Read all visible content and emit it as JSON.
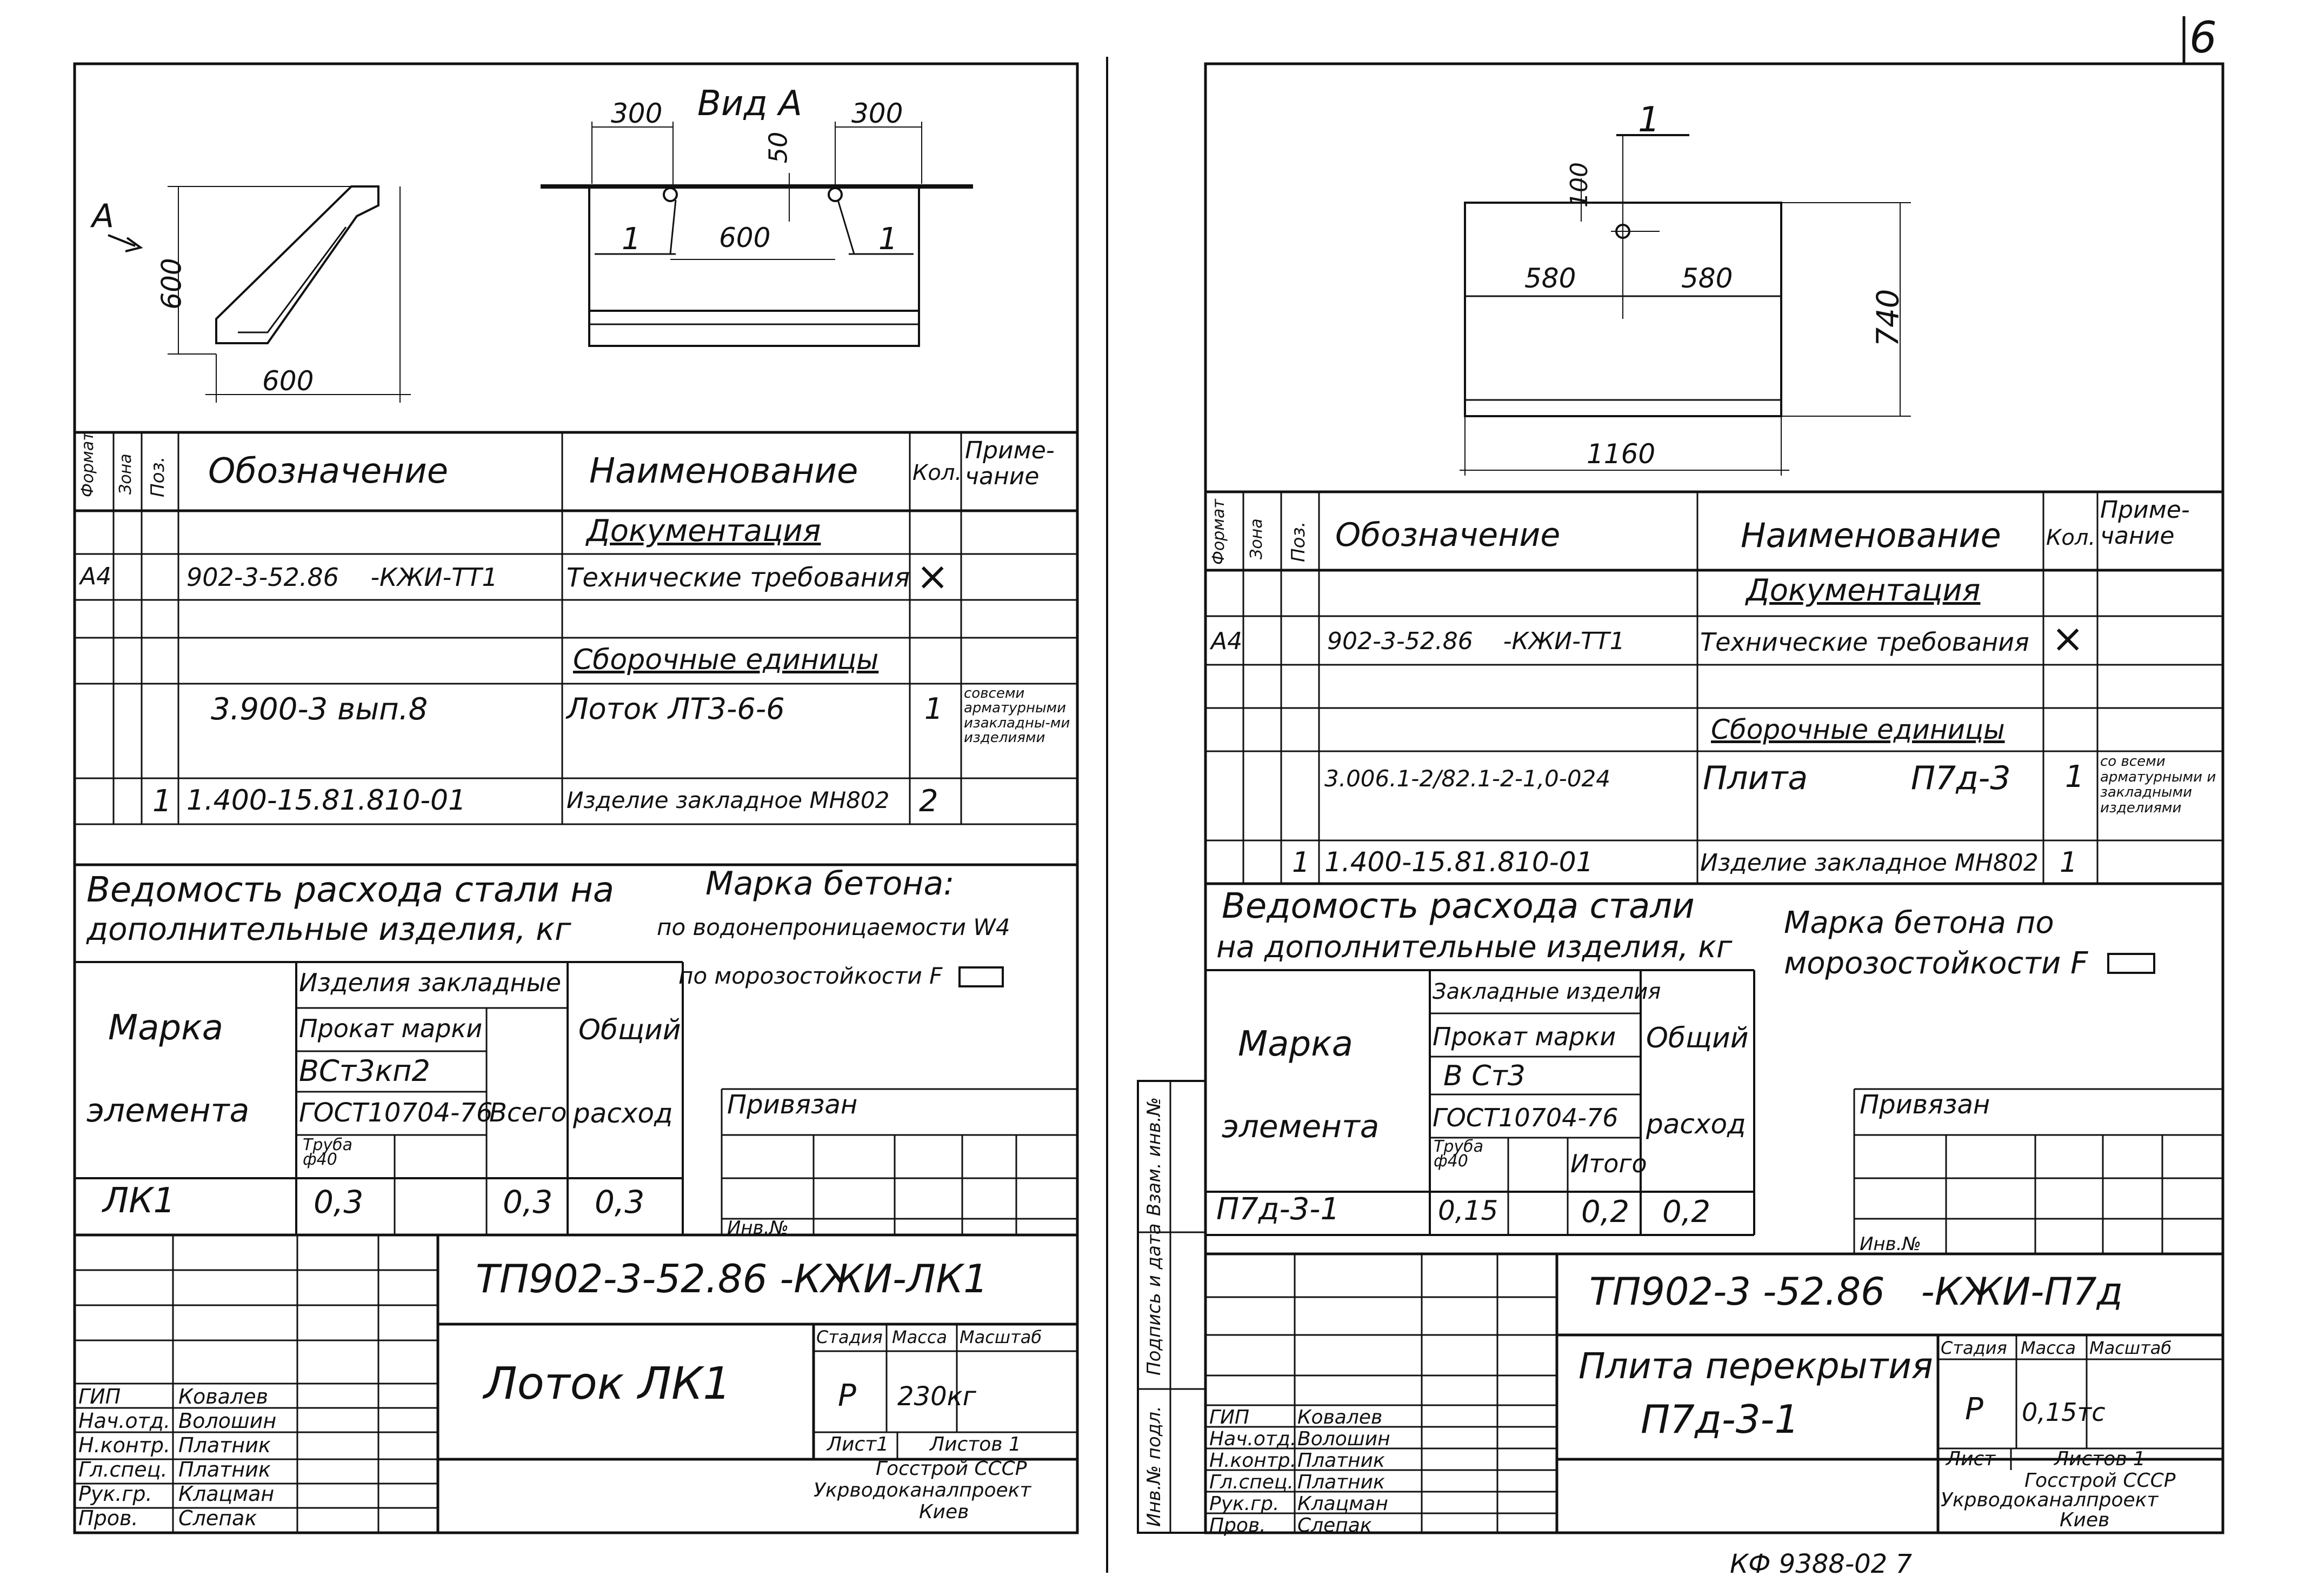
{
  "page_number": "6",
  "bottom_code": "КФ 9388-02  7",
  "left": {
    "view_label": "Вид А",
    "arrow_label": "А",
    "dims": {
      "d300a": "300",
      "d300b": "300",
      "d50": "50",
      "d600_center": "600",
      "d600_vert": "600",
      "d600_horiz": "600",
      "cut1a": "1",
      "cut1b": "1"
    },
    "spec": {
      "headers": {
        "format": "Формат",
        "zone": "Зона",
        "pos": "Поз.",
        "designation": "Обозначение",
        "name": "Наименование",
        "qty": "Кол.",
        "note": "Приме-чание"
      },
      "section_documentation": "Документация",
      "section_assembly": "Сборочные единицы",
      "rows": [
        {
          "format": "А4",
          "designation": "902-3-52.86    -КЖИ-ТТ1",
          "name": "Технические требования",
          "qty": "×"
        },
        {
          "designation": "3.900-3 вып.8",
          "name": "Лоток ЛТ3-6-6",
          "qty": "1",
          "note": "совсеми арматурными изакладны-ми изделиями"
        },
        {
          "pos": "1",
          "designation": "1.400-15.81.810-01",
          "name": "Изделие закладное МН802",
          "qty": "2"
        }
      ]
    },
    "steel_title_1": "Ведомость расхода стали на",
    "steel_title_2": "дополнительные изделия, кг",
    "concrete_1": "Марка бетона:",
    "concrete_2": "по водонепроницаемости W4",
    "concrete_3": "по морозостойкости F",
    "steel": {
      "mark_1": "Марка",
      "mark_2": "элемента",
      "embedded": "Изделия закладные",
      "rolled": "Прокат марки",
      "steel_grade": "ВСт3кп2",
      "gost": "ГОСТ10704-76",
      "pipe": "Труба ф40",
      "total": "Всего",
      "overall_1": "Общий",
      "overall_2": "расход",
      "row": {
        "mark": "ЛК1",
        "pipe": "0,3",
        "total": "0,3",
        "overall": "0,3"
      }
    },
    "attached": "Привязан",
    "inv": "Инв.№",
    "doc_code": "ТП902-3-52.86 -КЖИ-ЛК1",
    "item_title": "Лоток ЛК1",
    "stage_h": "Стадия",
    "mass_h": "Масса",
    "scale_h": "Масштаб",
    "stage": "Р",
    "mass": "230кг",
    "sheet": "Лист1",
    "sheets": "Листов 1",
    "org_1": "Госстрой СССР",
    "org_2": "Укрводоканалпроект",
    "org_3": "Киев",
    "roles": [
      [
        "ГИП",
        "Ковалев"
      ],
      [
        "Нач.отд.",
        "Волошин"
      ],
      [
        "Н.контр.",
        "Платник"
      ],
      [
        "Гл.спец.",
        "Платник"
      ],
      [
        "Рук.гр.",
        "Клацман"
      ],
      [
        "Пров.",
        "Слепак"
      ]
    ]
  },
  "right": {
    "dims": {
      "cut": "1",
      "d100": "100",
      "d580a": "580",
      "d580b": "580",
      "d740": "740",
      "d1160": "1160"
    },
    "spec": {
      "headers": {
        "format": "Формат",
        "zone": "Зона",
        "pos": "Поз.",
        "designation": "Обозначение",
        "name": "Наименование",
        "qty": "Кол.",
        "note": "Приме-чание"
      },
      "section_documentation": "Документация",
      "section_assembly": "Сборочные единицы",
      "rows": [
        {
          "format": "А4",
          "designation": "902-3-52.86    -КЖИ-ТТ1",
          "name": "Технические требования",
          "qty": "×"
        },
        {
          "designation": "3.006.1-2/82.1-2-1,0-024",
          "name": "Плита          П7д-3",
          "qty": "1",
          "note": "со всеми арматурными и закладными изделиями"
        },
        {
          "pos": "1",
          "designation": "1.400-15.81.810-01",
          "name": "Изделие закладное МН802",
          "qty": "1"
        }
      ]
    },
    "steel_title_1": "Ведомость расхода стали",
    "steel_title_2": "на дополнительные изделия, кг",
    "concrete_1": "Марка бетона по",
    "concrete_2": "морозостойкости F",
    "steel": {
      "mark_1": "Марка",
      "mark_2": "элемента",
      "embedded": "Закладные изделия",
      "rolled": "Прокат марки",
      "steel_grade": "В Ст3",
      "gost": "ГОСТ10704-76",
      "pipe": "Труба ф40",
      "total": "Итого",
      "overall_1": "Общий",
      "overall_2": "расход",
      "row": {
        "mark": "П7д-3-1",
        "pipe": "0,15",
        "total": "0,2",
        "overall": "0,2"
      }
    },
    "attached": "Привязан",
    "inv": "Инв.№",
    "side_labels": [
      "Взам. инв.№",
      "Подпись и дата",
      "Инв.№ подл."
    ],
    "doc_code": "ТП902-3 -52.86   -КЖИ-П7д",
    "item_title_1": "Плита перекрытия",
    "item_title_2": "П7д-3-1",
    "stage_h": "Стадия",
    "mass_h": "Масса",
    "scale_h": "Масштаб",
    "stage": "Р",
    "mass": "0,15тс",
    "sheet": "Лист",
    "sheets": "Листов 1",
    "org_1": "Госстрой СССР",
    "org_2": "Укрводоканалпроект",
    "org_3": "Киев",
    "roles": [
      [
        "ГИП",
        "Ковалев"
      ],
      [
        "Нач.отд.",
        "Волошин"
      ],
      [
        "Н.контр.",
        "Платник"
      ],
      [
        "Гл.спец.",
        "Платник"
      ],
      [
        "Рук.гр.",
        "Клацман"
      ],
      [
        "Пров.",
        "Слепак"
      ]
    ]
  }
}
